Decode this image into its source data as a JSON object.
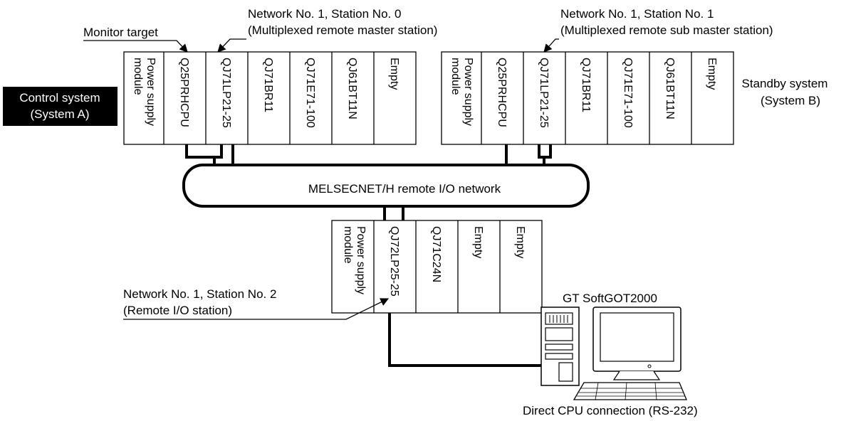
{
  "labels": {
    "monitor_target": "Monitor target",
    "master_station_line1": "Network No. 1, Station No. 0",
    "master_station_line2": "(Multiplexed remote master station)",
    "sub_master_line1": "Network No. 1, Station No. 1",
    "sub_master_line2": "(Multiplexed remote sub master station)",
    "control_system_line1": "Control system",
    "control_system_line2": "(System A)",
    "standby_system_line1": "Standby system",
    "standby_system_line2": "(System B)",
    "network_name": "MELSECNET/H remote I/O network",
    "remote_io_line1": "Network No. 1, Station No. 2",
    "remote_io_line2": "(Remote I/O station)",
    "softgot": "GT SoftGOT2000",
    "connection": "Direct CPU connection (RS-232)"
  },
  "rack_a": {
    "power_line1": "Power supply",
    "power_line2": "module",
    "modules": [
      "Q25PRHCPU",
      "QJ71LP21-25",
      "QJ71BR11",
      "QJ71E71-100",
      "QJ61BT11N",
      "Empty"
    ]
  },
  "rack_b": {
    "power_line1": "Power supply",
    "power_line2": "module",
    "modules": [
      "Q25PRHCPU",
      "QJ71LP21-25",
      "QJ71BR11",
      "QJ71E71-100",
      "QJ61BT11N",
      "Empty"
    ]
  },
  "rack_remote": {
    "power_line1": "Power supply",
    "power_line2": "module",
    "modules": [
      "QJ72LP25-25",
      "QJ71C24N",
      "Empty",
      "Empty"
    ]
  }
}
